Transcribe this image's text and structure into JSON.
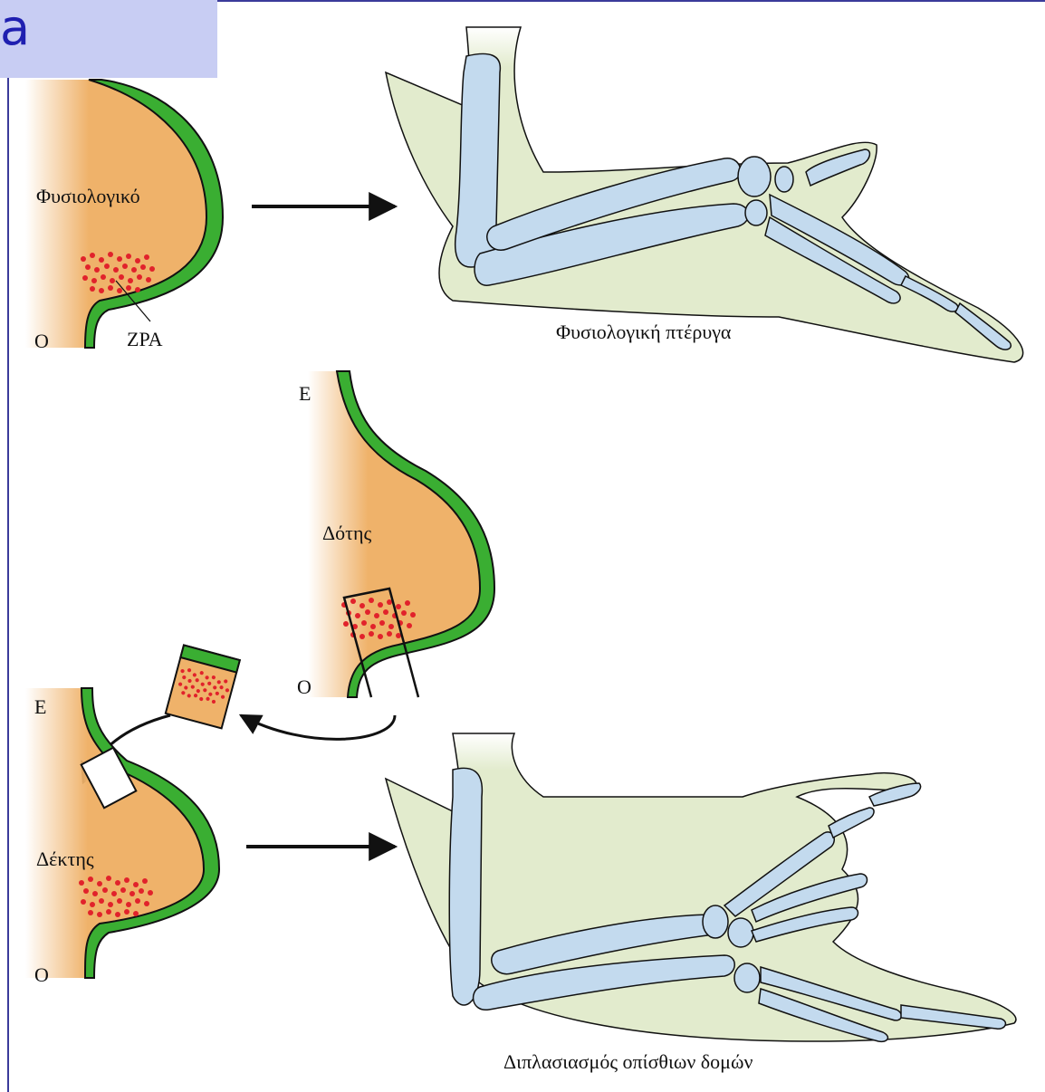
{
  "header": {
    "letter": "a"
  },
  "labels": {
    "normal_bud": "Φυσιολογικό",
    "zpa": "ZPA",
    "o_top": "O",
    "normal_wing": "Φυσιολογική πτέρυγα",
    "e_donor": "E",
    "donor": "Δότης",
    "o_donor": "O",
    "e_recipient": "E",
    "recipient": "Δέκτης",
    "o_recipient": "O",
    "duplicated_wing": "Διπλασιασμός οπίσθιων δομών"
  },
  "colors": {
    "mesenchyme": "#efb26a",
    "ectoderm": "#3aae32",
    "zpa_cells": "#e1222b",
    "wing_tissue": "#e2ebcd",
    "bone": "#c3daee",
    "header_bg": "#c8cdf3",
    "rule": "#3b3b9a"
  }
}
